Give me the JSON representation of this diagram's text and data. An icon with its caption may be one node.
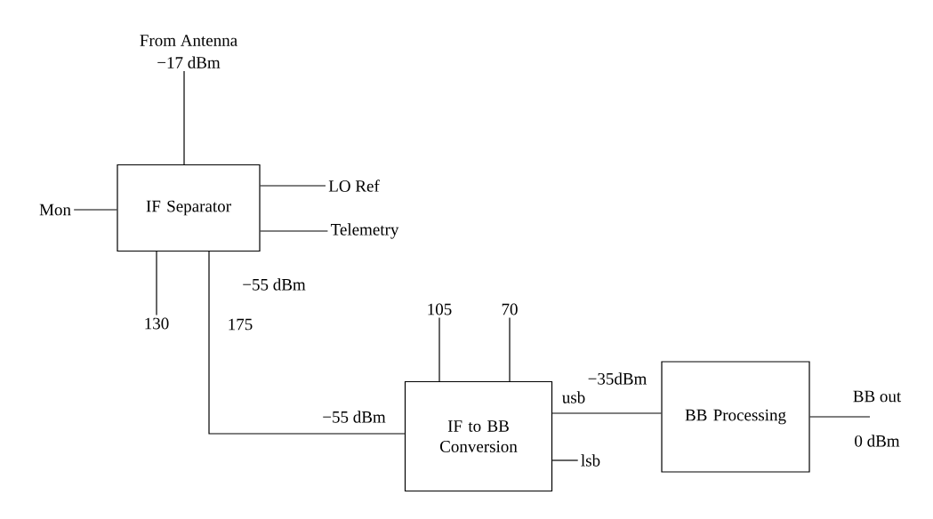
{
  "diagram": {
    "nodes": [
      {
        "text": [
          "IF Separator"
        ]
      },
      {
        "text": [
          "IF to BB Conversion"
        ]
      },
      {
        "text": [
          "BB Processing"
        ]
      },
      {
        "text": [
          "From Antenna",
          "−17 dBm"
        ]
      },
      {
        "text": [
          "Mon"
        ]
      },
      {
        "text": [
          "LO Ref"
        ]
      },
      {
        "text": [
          "Telemetry"
        ]
      },
      {
        "text": [
          "130"
        ]
      },
      {
        "text": [
          "105"
        ]
      },
      {
        "text": [
          "70"
        ]
      },
      {
        "text": [
          "lsb"
        ]
      }
    ],
    "edges": [
      {
        "from": 3,
        "to": 0,
        "arrow": "none"
      },
      {
        "from": 4,
        "to": 0,
        "arrow": "none"
      },
      {
        "from": 0,
        "to": 5,
        "arrow": "none"
      },
      {
        "from": 0,
        "to": 6,
        "arrow": "none"
      },
      {
        "from": 0,
        "to": 7,
        "arrow": "none"
      },
      {
        "from": 0,
        "to": 1,
        "arrow": "none",
        "label": "−55 dBm"
      },
      {
        "from": 8,
        "to": 1,
        "arrow": "none"
      },
      {
        "from": 9,
        "to": 1,
        "arrow": "none"
      },
      {
        "from": 1,
        "to": 10,
        "arrow": "none"
      },
      {
        "from": 1,
        "to": 2,
        "arrow": "none",
        "label": "usb"
      },
      {
        "from": 2,
        "to": null,
        "arrow": "none"
      }
    ],
    "labels": [
      "−55 dBm",
      "175",
      "−35dBm",
      "BB out",
      "0 dBm"
    ]
  }
}
